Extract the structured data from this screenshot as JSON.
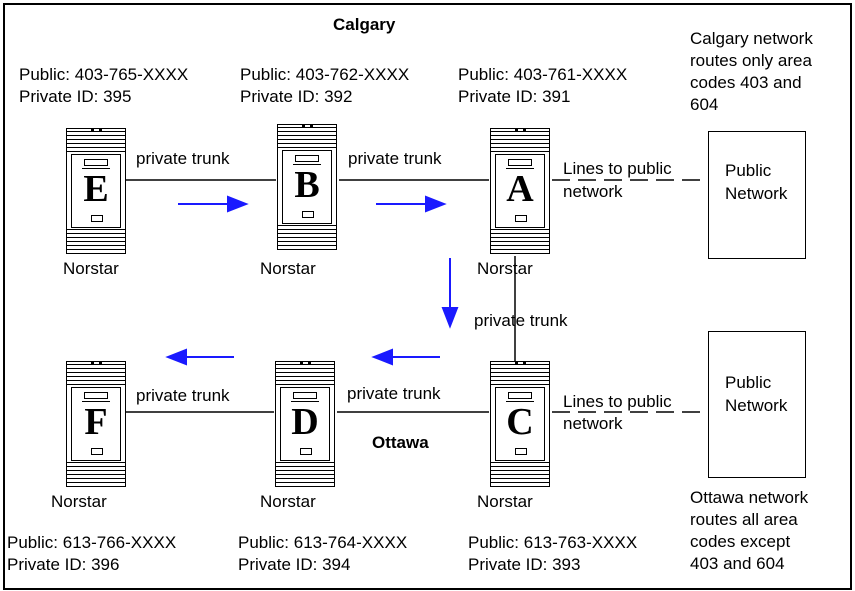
{
  "cities": {
    "calgary": "Calgary",
    "ottawa": "Ottawa"
  },
  "notes": {
    "calgary": [
      "Calgary network",
      "routes only area",
      "codes 403 and",
      "604"
    ],
    "ottawa": [
      "Ottawa network",
      "routes all area",
      "codes except",
      "403 and 604"
    ]
  },
  "nodes": [
    {
      "letter": "E",
      "label": "Norstar",
      "public": "Public: 403-765-XXXX",
      "private": "Private ID: 395"
    },
    {
      "letter": "B",
      "label": "Norstar",
      "public": "Public: 403-762-XXXX",
      "private": "Private ID: 392"
    },
    {
      "letter": "A",
      "label": "Norstar",
      "public": "Public: 403-761-XXXX",
      "private": "Private ID: 391"
    },
    {
      "letter": "F",
      "label": "Norstar",
      "public": "Public: 613-766-XXXX",
      "private": "Private ID: 396"
    },
    {
      "letter": "D",
      "label": "Norstar",
      "public": "Public: 613-764-XXXX",
      "private": "Private ID: 394"
    },
    {
      "letter": "C",
      "label": "Norstar",
      "public": "Public: 613-763-XXXX",
      "private": "Private ID: 393"
    }
  ],
  "links": {
    "trunk": "private trunk",
    "lines_public_1": "Lines to public",
    "lines_public_2": "network"
  },
  "public_network": [
    "Public",
    "Network"
  ],
  "colors": {
    "arrow": "#1a1aff",
    "line": "#000000"
  }
}
